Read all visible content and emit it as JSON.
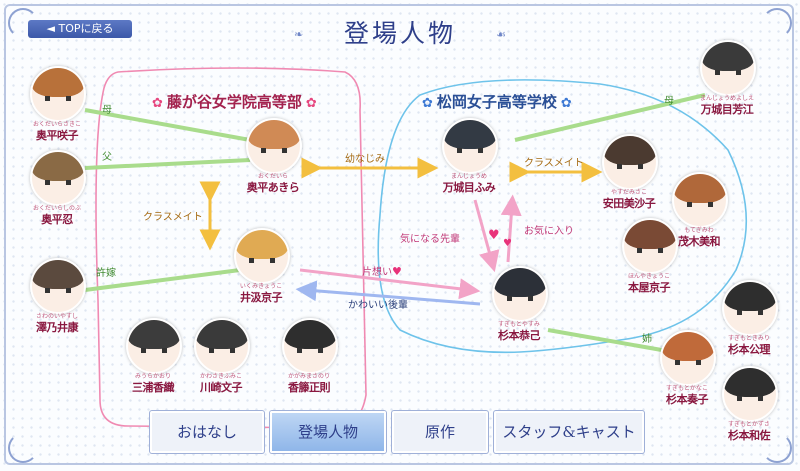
{
  "top_button": {
    "label": "◄ TOPに戻る"
  },
  "page_title": "登場人物",
  "schools": {
    "left": {
      "name": "藤が谷女学院高等部",
      "flower": "✿"
    },
    "right": {
      "name": "松岡女子高等学校",
      "flower": "✿"
    }
  },
  "relations": {
    "mother_left": "母",
    "father_left": "父",
    "fiance": "許嫁",
    "childhood_friend": "幼なじみ",
    "classmate_left": "クラスメイト",
    "classmate_right": "クラスメイト",
    "one_sided": "片想い",
    "cute_junior": "かわいい後輩",
    "senior_concern": "気になる先輩",
    "favorite": "お気に入り",
    "mother_right": "母",
    "older_sister": "姉"
  },
  "characters": [
    {
      "id": "okudaira-sakiko",
      "name": "奥平咲子",
      "ruby": "おくだいらさきこ",
      "hair": "#b8713a"
    },
    {
      "id": "okudaira-shinobu",
      "name": "奥平忍",
      "ruby": "おくだいらしのぶ",
      "hair": "#8a6a45"
    },
    {
      "id": "sawanoi-yasushi",
      "name": "澤乃井康",
      "ruby": "さわのいやすし",
      "hair": "#5b4a3e"
    },
    {
      "id": "okudaira-akira",
      "name": "奥平あきら",
      "ruby": "おくだいら",
      "hair": "#d08a55"
    },
    {
      "id": "ikusawa-kyoko",
      "name": "井汲京子",
      "ruby": "いくみきょうこ",
      "hair": "#e0aa53"
    },
    {
      "id": "mikami-kaori",
      "name": "三浦香織",
      "ruby": "みうらかおり",
      "hair": "#3c3c3c"
    },
    {
      "id": "kawasaki-fumiko",
      "name": "川崎文子",
      "ruby": "かわさきふみこ",
      "hair": "#3a3a3a"
    },
    {
      "id": "kagami-masanori",
      "name": "香籐正則",
      "ruby": "かがみまさのり",
      "hair": "#2e2e2e"
    },
    {
      "id": "manjome-fumi",
      "name": "万城目ふみ",
      "ruby": "まんじょうめ",
      "hair": "#333a44"
    },
    {
      "id": "yasuda-misako",
      "name": "安田美沙子",
      "ruby": "やすだみさこ",
      "hair": "#4b3a30"
    },
    {
      "id": "moteki-miwa",
      "name": "茂木美和",
      "ruby": "もてぎみわ",
      "hair": "#b0683a"
    },
    {
      "id": "honya-kyoko",
      "name": "本屋京子",
      "ruby": "ほんやきょうこ",
      "hair": "#7a4a35"
    },
    {
      "id": "sugimoto-yasumi",
      "name": "杉本恭己",
      "ruby": "すぎもとやすみ",
      "hair": "#2c3038"
    },
    {
      "id": "manjome-yoshie",
      "name": "万城目芳江",
      "ruby": "まんじょうめよしえ",
      "hair": "#3a3a3a"
    },
    {
      "id": "sugimoto-kimiri",
      "name": "杉本公理",
      "ruby": "すぎもときみり",
      "hair": "#2e2e2e"
    },
    {
      "id": "sugimoto-kanako",
      "name": "杉本奏子",
      "ruby": "すぎもとかなこ",
      "hair": "#c06a3a"
    },
    {
      "id": "sugimoto-kazuyo",
      "name": "杉本和佐",
      "ruby": "すぎもとかずさ",
      "hair": "#2e2e2e"
    }
  ],
  "nav": [
    {
      "label": "おはなし"
    },
    {
      "label": "登場人物"
    },
    {
      "label": "原作"
    },
    {
      "label": "スタッフ&キャスト"
    }
  ],
  "colors": {
    "green_line": "#a9dc8c",
    "orange_arrow": "#f3bf3f",
    "pink_arrow": "#f2a3c7",
    "blue_arrow": "#9fb7f0",
    "left_group": "#f08ab2",
    "right_group": "#6ec3ea"
  }
}
